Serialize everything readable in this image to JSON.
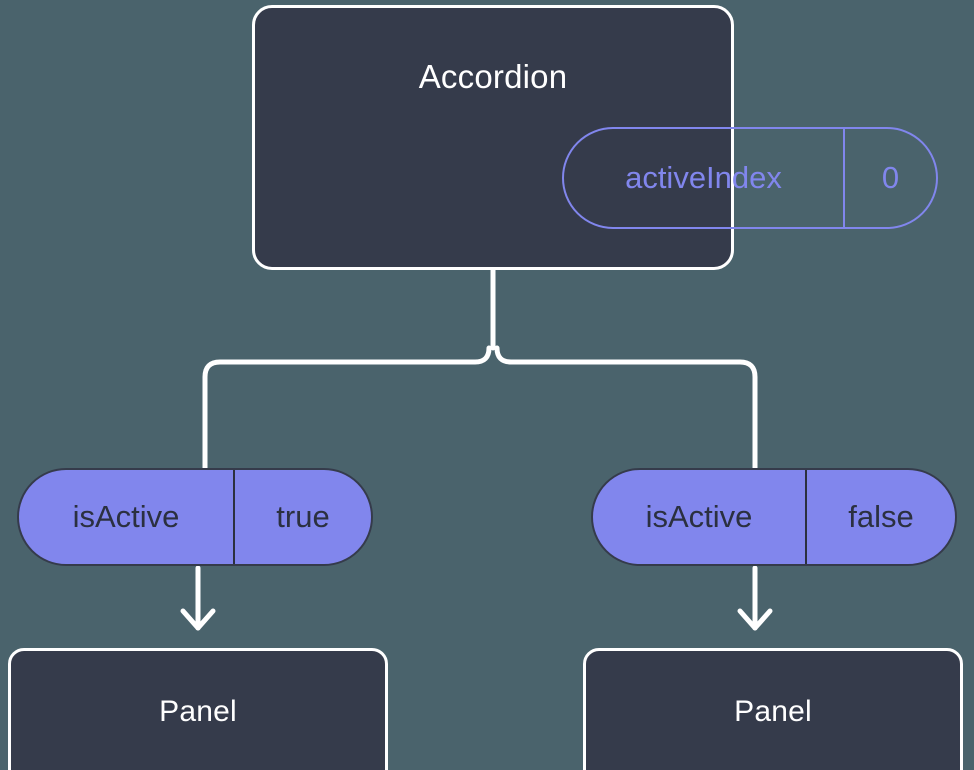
{
  "diagram": {
    "type": "component-state-tree",
    "background_color": "#4a636c",
    "node_fill_color": "#353b4b",
    "node_border_color": "#ffffff",
    "accent_color": "#8186ed",
    "connector_color": "#ffffff",
    "root": {
      "title": "Accordion",
      "state_badge": {
        "key": "activeIndex",
        "value": "0",
        "style": "outlined"
      }
    },
    "branches": [
      {
        "prop_badge": {
          "key": "isActive",
          "value": "true",
          "style": "solid"
        },
        "child": {
          "title": "Panel"
        }
      },
      {
        "prop_badge": {
          "key": "isActive",
          "value": "false",
          "style": "solid"
        },
        "child": {
          "title": "Panel"
        }
      }
    ]
  }
}
